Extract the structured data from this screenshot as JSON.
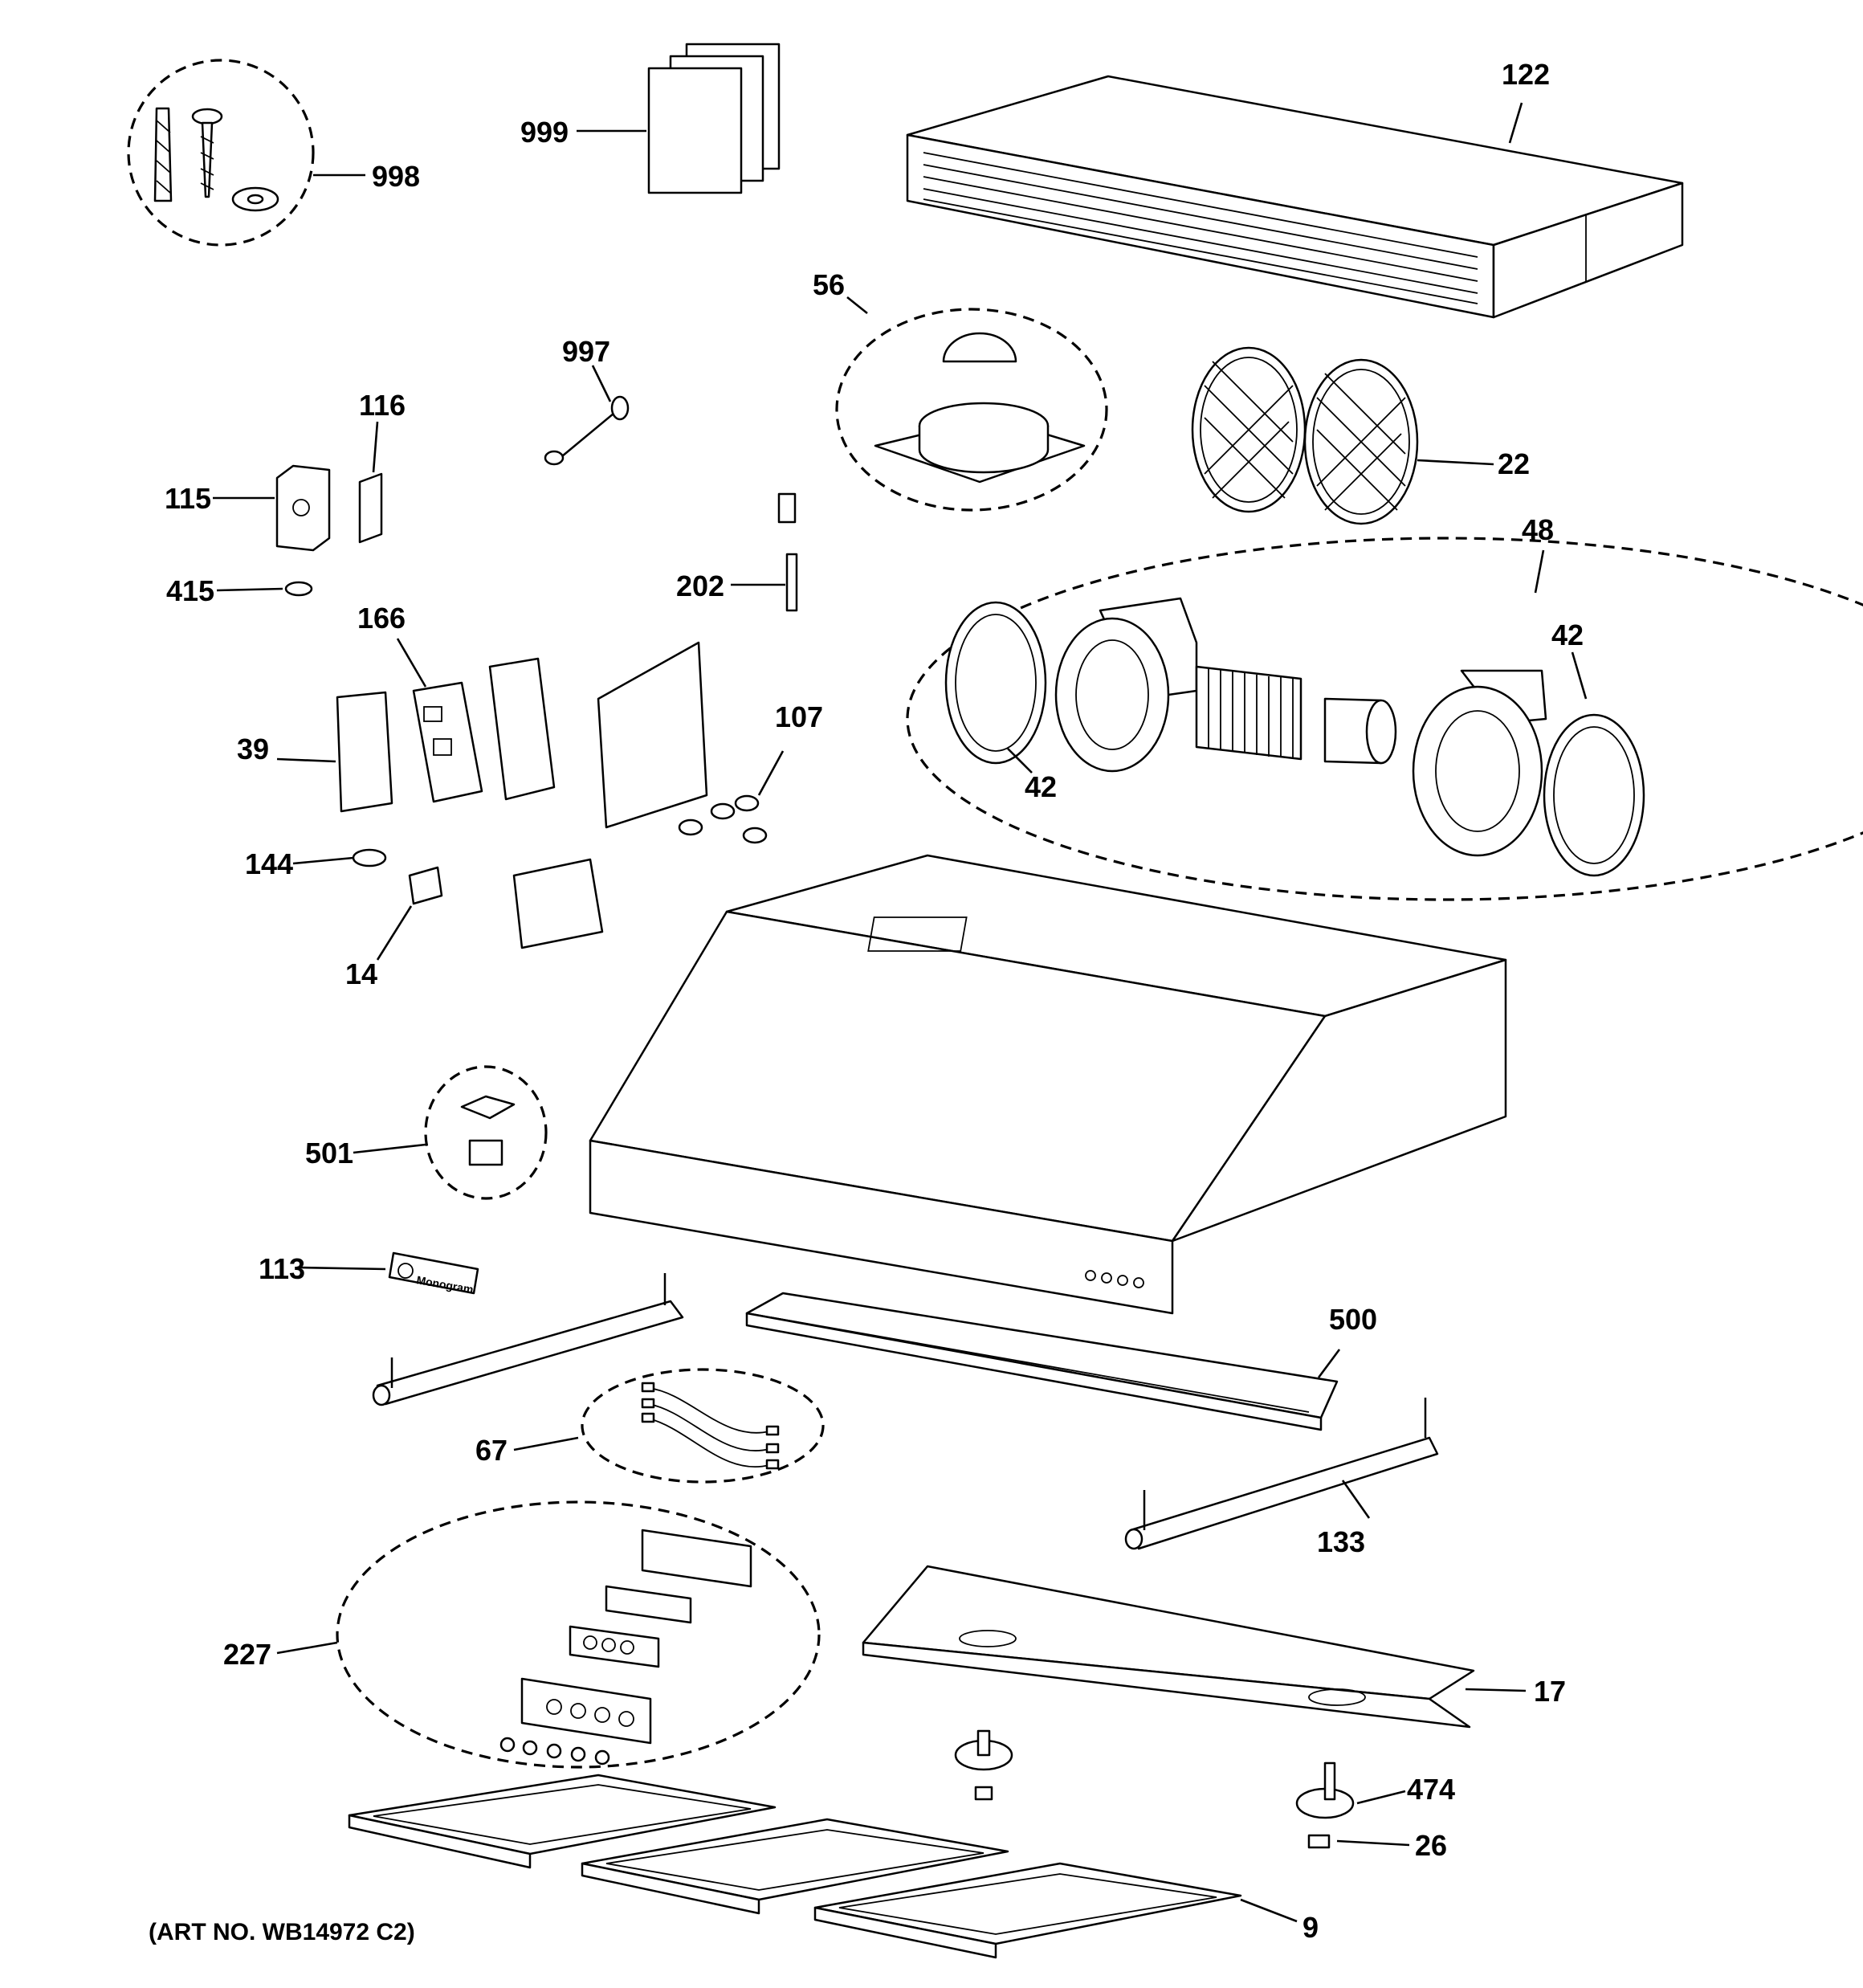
{
  "diagram": {
    "art_number": "(ART NO. WB14972 C2)",
    "callouts": {
      "c998": "998",
      "c999": "999",
      "c122": "122",
      "c56": "56",
      "c997": "997",
      "c116": "116",
      "c115": "115",
      "c415": "415",
      "c22": "22",
      "c202": "202",
      "c48": "48",
      "c166": "166",
      "c42a": "42",
      "c42b": "42",
      "c39": "39",
      "c107": "107",
      "c144": "144",
      "c14": "14",
      "c501": "501",
      "c113": "113",
      "c500": "500",
      "c67": "67",
      "c133": "133",
      "c227": "227",
      "c17": "17",
      "c474": "474",
      "c26": "26",
      "c9": "9"
    },
    "badge_text": "Monogram"
  }
}
